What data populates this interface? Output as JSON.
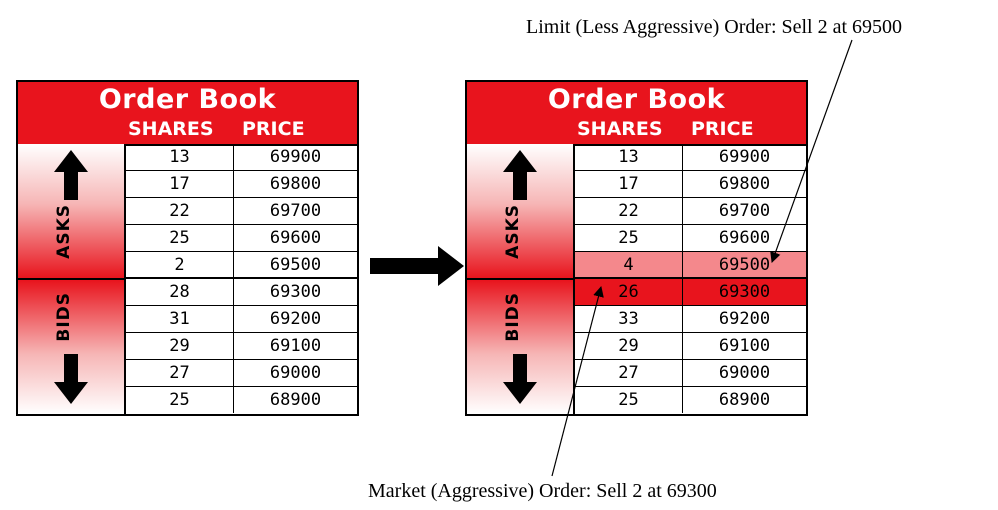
{
  "annotations": {
    "limit_order": "Limit (Less Aggressive) Order: Sell 2 at 69500",
    "market_order": "Market (Aggressive) Order: Sell 2 at 69300"
  },
  "books": [
    {
      "title": "Order Book",
      "shares_header": "SHARES",
      "price_header": "PRICE",
      "asks_label": "ASKS",
      "bids_label": "BIDS",
      "rows": [
        {
          "shares": "13",
          "price": "69900"
        },
        {
          "shares": "17",
          "price": "69800"
        },
        {
          "shares": "22",
          "price": "69700"
        },
        {
          "shares": "25",
          "price": "69600"
        },
        {
          "shares": "2",
          "price": "69500"
        },
        {
          "shares": "28",
          "price": "69300"
        },
        {
          "shares": "31",
          "price": "69200"
        },
        {
          "shares": "29",
          "price": "69100"
        },
        {
          "shares": "27",
          "price": "69000"
        },
        {
          "shares": "25",
          "price": "68900"
        }
      ]
    },
    {
      "title": "Order Book",
      "shares_header": "SHARES",
      "price_header": "PRICE",
      "asks_label": "ASKS",
      "bids_label": "BIDS",
      "rows": [
        {
          "shares": "13",
          "price": "69900"
        },
        {
          "shares": "17",
          "price": "69800"
        },
        {
          "shares": "22",
          "price": "69700"
        },
        {
          "shares": "25",
          "price": "69600"
        },
        {
          "shares": "4",
          "price": "69500"
        },
        {
          "shares": "26",
          "price": "69300"
        },
        {
          "shares": "33",
          "price": "69200"
        },
        {
          "shares": "29",
          "price": "69100"
        },
        {
          "shares": "27",
          "price": "69000"
        },
        {
          "shares": "25",
          "price": "68900"
        }
      ]
    }
  ],
  "colors": {
    "header_red": "#e8141d",
    "limit_highlight": "#f4888c",
    "market_highlight": "#e8141d"
  }
}
